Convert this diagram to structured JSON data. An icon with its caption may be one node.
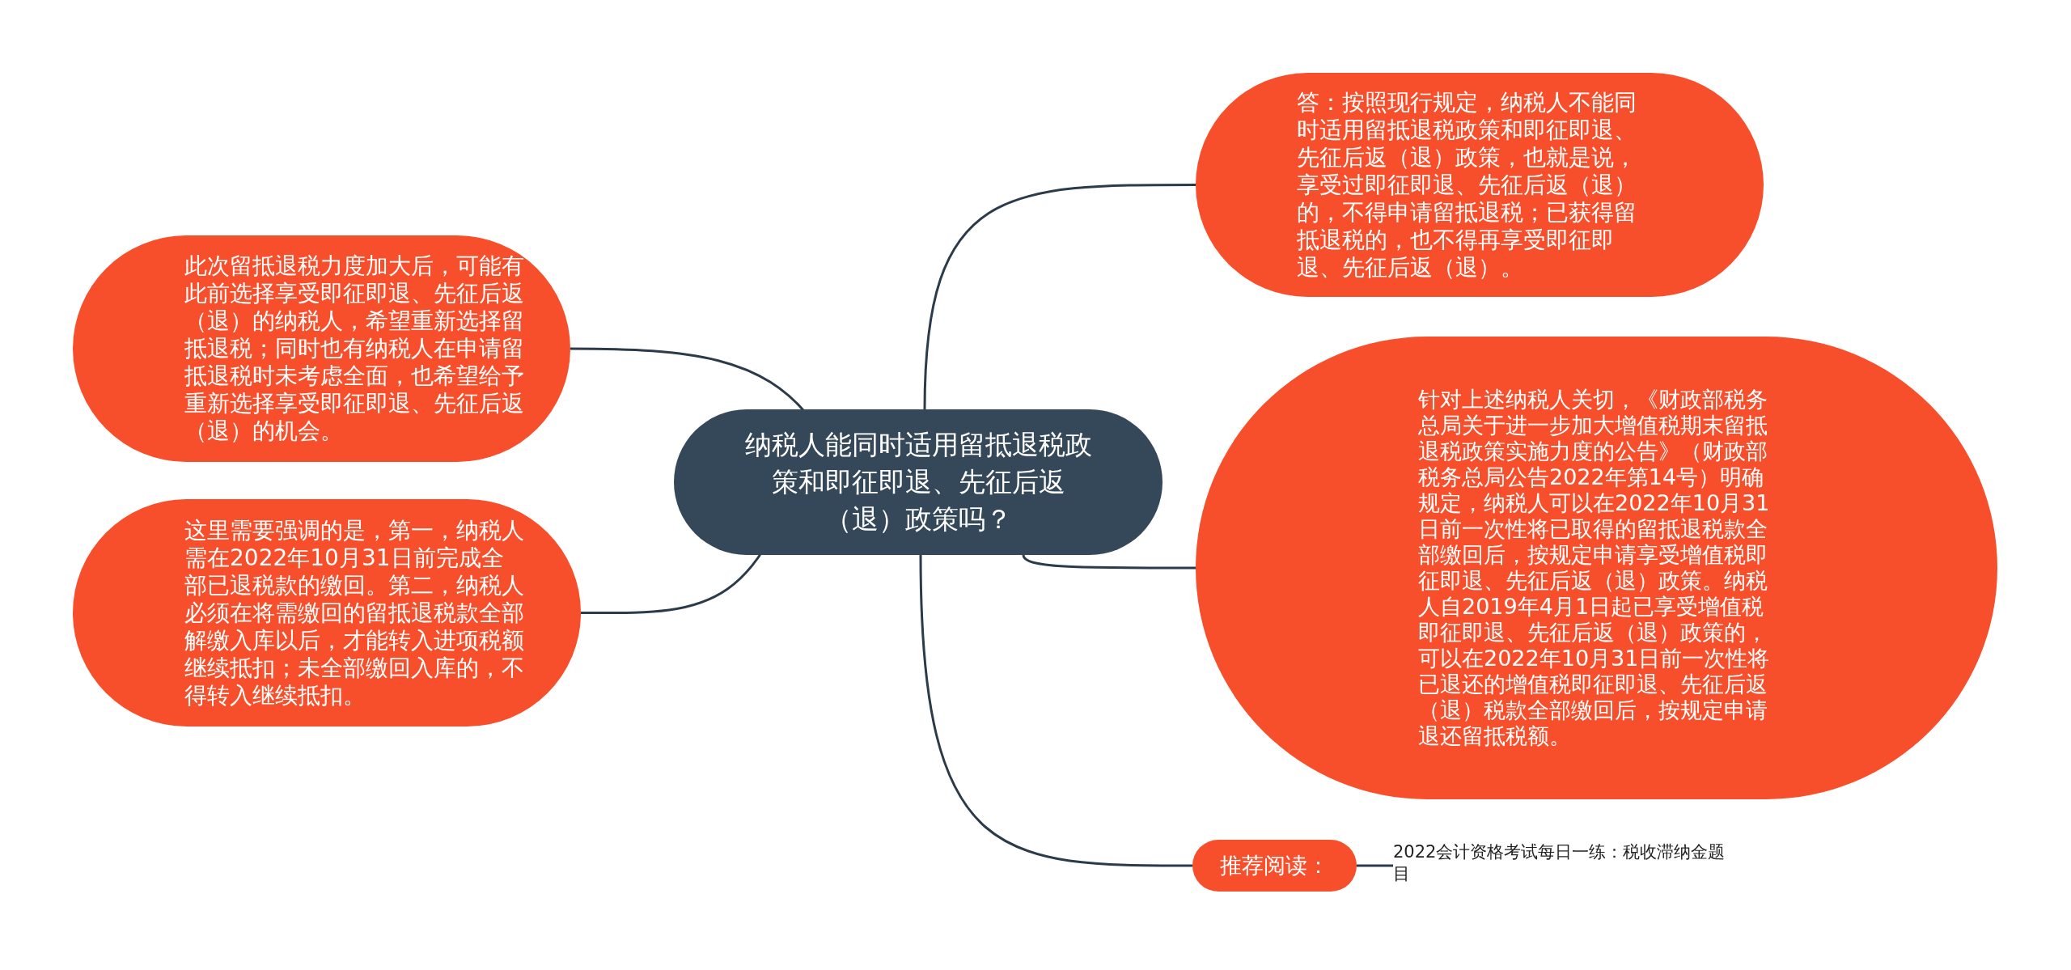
{
  "diagram": {
    "nodes": [
      {
        "text": [
          "纳税人能同时适用留抵退税政策和即征即退、先征后返（退）政策吗？"
        ]
      },
      {
        "text": [
          "此次留抵退税力度加大后，可能有此前选择享受即征即退、先征后返（退）的纳税人，希望重新选择留抵退税；同时也有纳税人在申请留抵退税时未考虑全面，也希望给予重新选择享受即征即退、先征后返（退）的机会。"
        ]
      },
      {
        "text": [
          "这里需要强调的是，第一，纳税人需在2022年10月31日前完成全部已退税款的缴回。第二，纳税人必须在将需缴回的留抵退税款全部解缴入库以后，才能转入进项税额继续抵扣；未全部缴回入库的，不得转入继续抵扣。"
        ]
      },
      {
        "text": [
          "答：按照现行规定，纳税人不能同时适用留抵退税政策和即征即退、先征后返（退）政策，也就是说，享受过即征即退、先征后返（退）的，不得申请留抵退税；已获得留抵退税的，也不得再享受即征即退、先征后返（退）。"
        ]
      },
      {
        "text": [
          "针对上述纳税人关切，《财政部税务总局关于进一步加大增值税期末留抵退税政策实施力度的公告》（财政部税务总局公告2022年第14号）明确规定，纳税人可以在2022年10月31日前一次性将已取得的留抵退税款全部缴回后，按规定申请享受增值税即征即退、先征后返（退）政策。纳税人自2019年4月1日起已享受增值税即征即退、先征后返（退）政策的，可以在2022年10月31日前一次性将已退还的增值税即征即退、先征后返（退）税款全部缴回后，按规定申请退还留抵税额。"
        ]
      },
      {
        "text": [
          "推荐阅读："
        ]
      },
      {
        "text": [
          "2022会计资格考试每日一练：税收滞纳金题目"
        ]
      }
    ],
    "edges": [
      {
        "from": 0,
        "to": 1,
        "arrow": "none"
      },
      {
        "from": 0,
        "to": 2,
        "arrow": "none"
      },
      {
        "from": 0,
        "to": 3,
        "arrow": "none"
      },
      {
        "from": 0,
        "to": 4,
        "arrow": "none"
      },
      {
        "from": 0,
        "to": 5,
        "arrow": "none"
      },
      {
        "from": 5,
        "to": 6,
        "arrow": "none"
      }
    ]
  }
}
